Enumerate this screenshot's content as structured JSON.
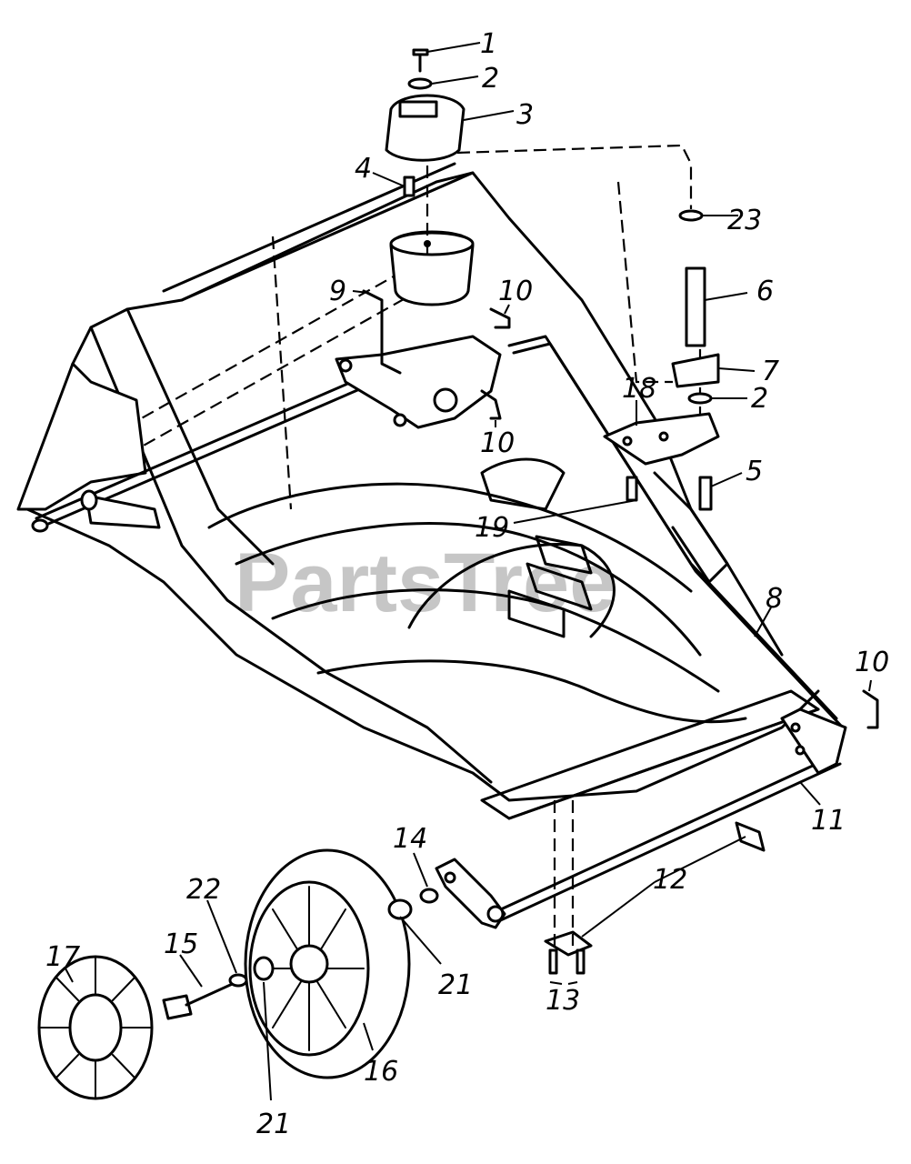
{
  "watermark": "PartsTree",
  "part_labels": [
    {
      "id": "p1",
      "text": "1"
    },
    {
      "id": "p2a",
      "text": "2"
    },
    {
      "id": "p3",
      "text": "3"
    },
    {
      "id": "p4",
      "text": "4"
    },
    {
      "id": "p23",
      "text": "23"
    },
    {
      "id": "p6",
      "text": "6"
    },
    {
      "id": "p9",
      "text": "9"
    },
    {
      "id": "p10a",
      "text": "10"
    },
    {
      "id": "p7",
      "text": "7"
    },
    {
      "id": "p18",
      "text": "18"
    },
    {
      "id": "p2b",
      "text": "2"
    },
    {
      "id": "p10b",
      "text": "10"
    },
    {
      "id": "p5",
      "text": "5"
    },
    {
      "id": "p19",
      "text": "19"
    },
    {
      "id": "p8",
      "text": "8"
    },
    {
      "id": "p10c",
      "text": "10"
    },
    {
      "id": "p11",
      "text": "11"
    },
    {
      "id": "p14",
      "text": "14"
    },
    {
      "id": "p12",
      "text": "12"
    },
    {
      "id": "p22",
      "text": "22"
    },
    {
      "id": "p17",
      "text": "17"
    },
    {
      "id": "p15",
      "text": "15"
    },
    {
      "id": "p21a",
      "text": "21"
    },
    {
      "id": "p13",
      "text": "13"
    },
    {
      "id": "p16",
      "text": "16"
    },
    {
      "id": "p21b",
      "text": "21"
    }
  ]
}
